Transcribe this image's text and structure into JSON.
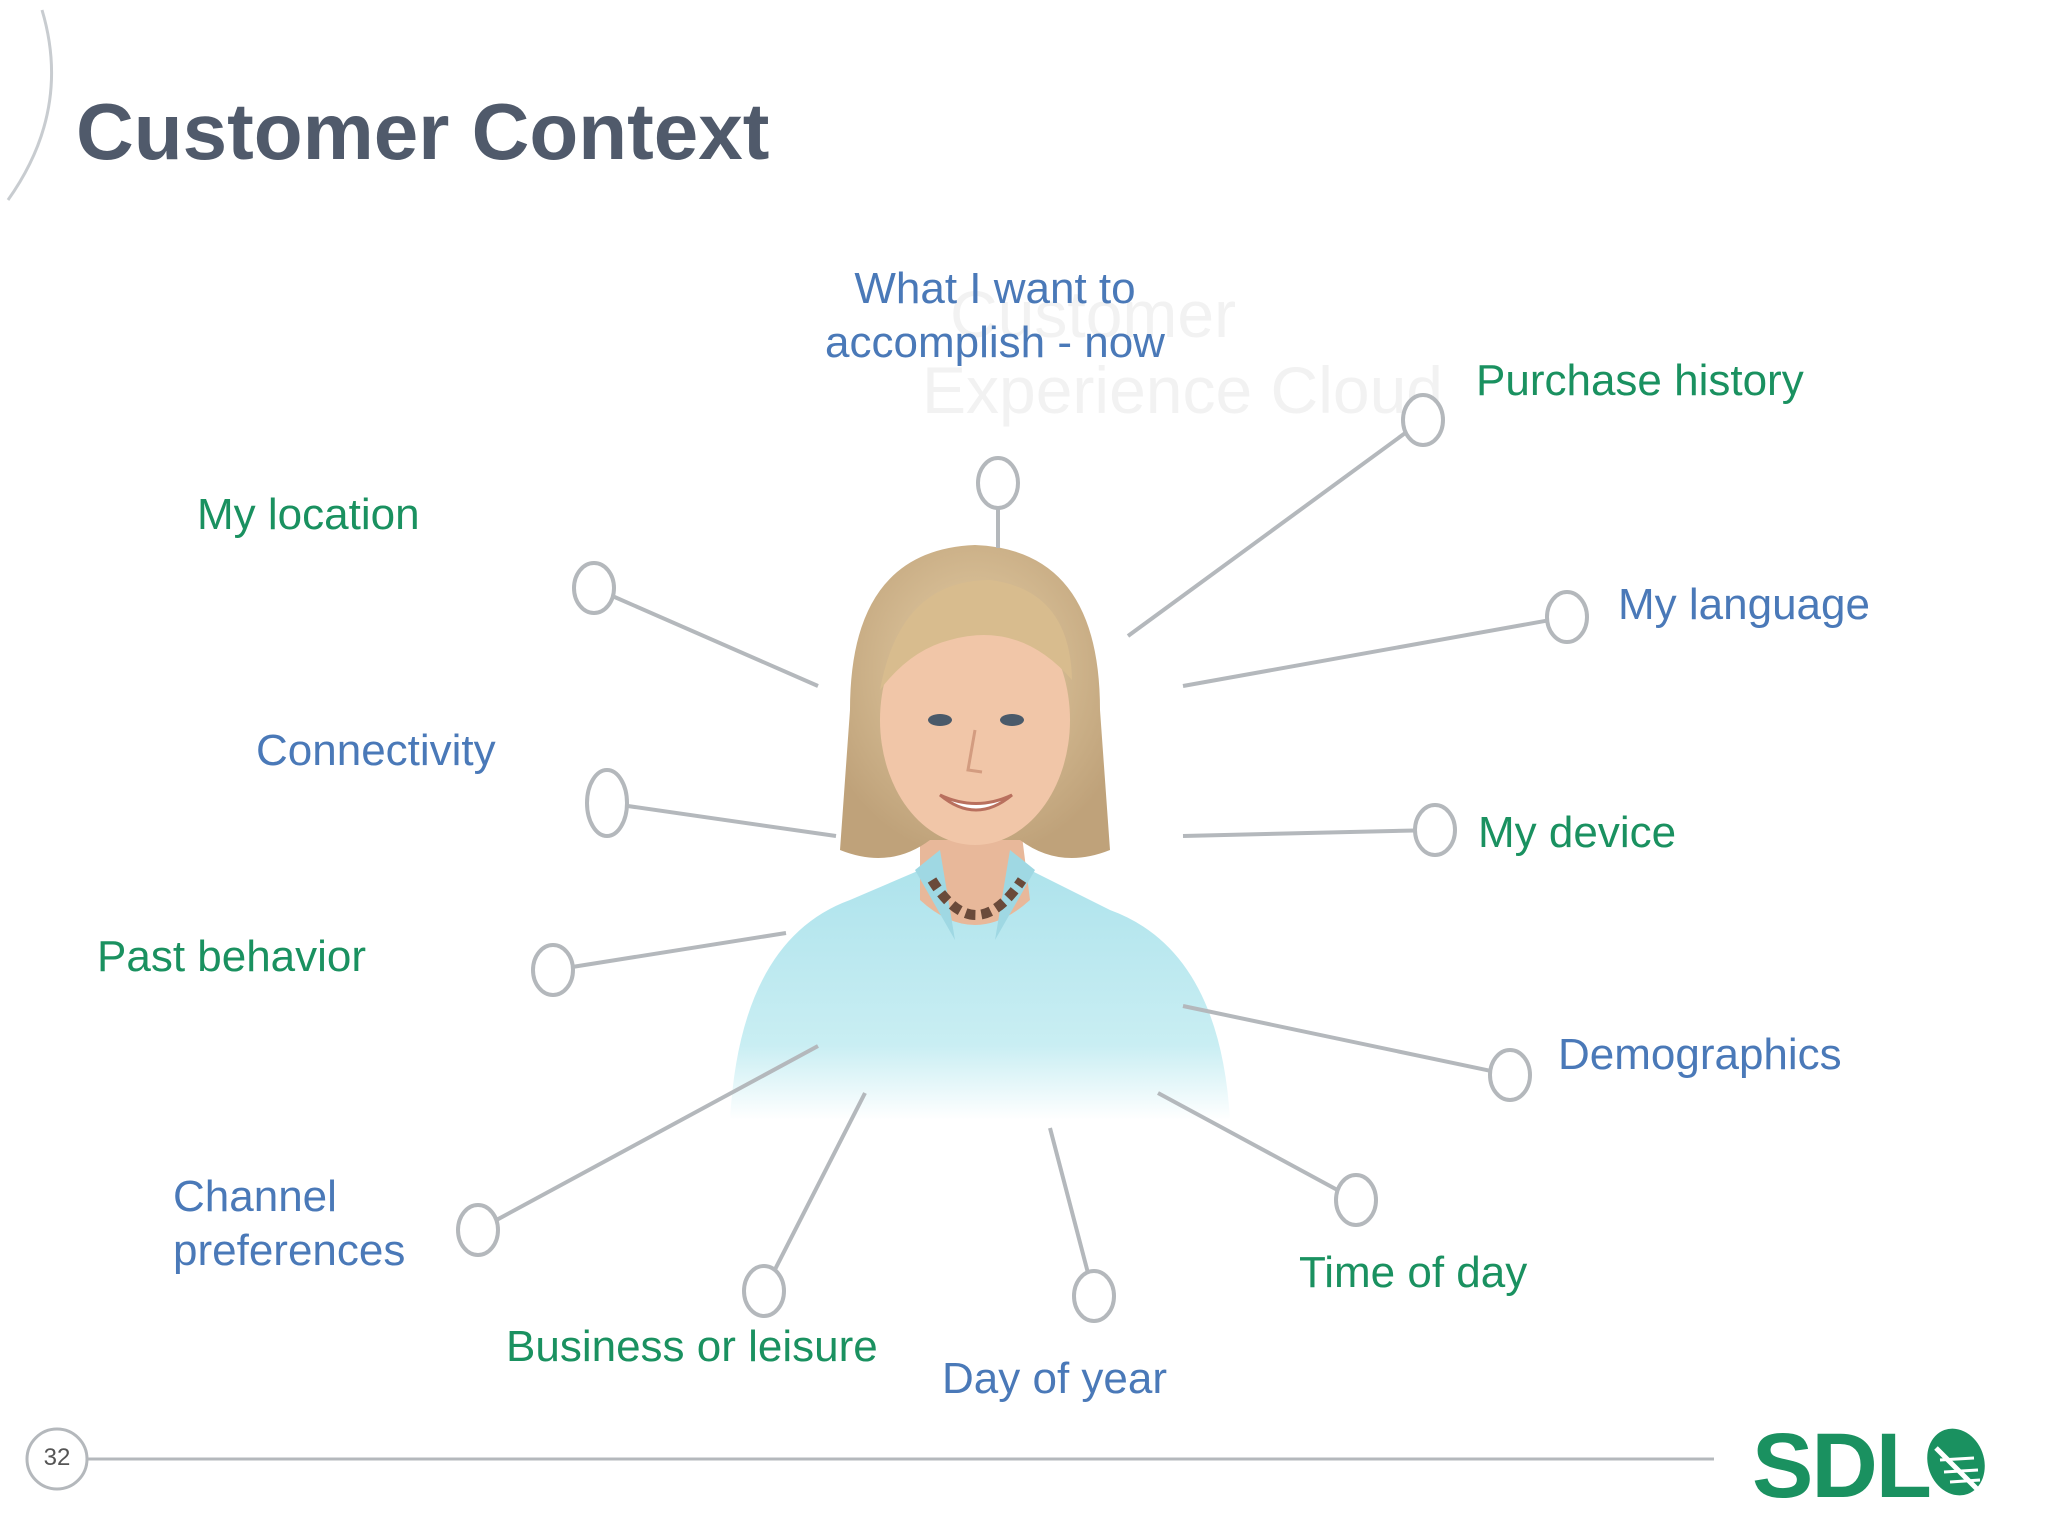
{
  "title": "Customer Context",
  "background_text": {
    "line1": "Customer",
    "line2": "Experience Cloud"
  },
  "context_items": [
    {
      "id": "goal",
      "lines": [
        "What I want to",
        "accomplish - now"
      ],
      "color": "#4a79b8"
    },
    {
      "id": "purchase",
      "lines": [
        "Purchase history"
      ],
      "color": "#1a9160"
    },
    {
      "id": "location",
      "lines": [
        "My location"
      ],
      "color": "#1a9160"
    },
    {
      "id": "language",
      "lines": [
        "My language"
      ],
      "color": "#4a79b8"
    },
    {
      "id": "connectivity",
      "lines": [
        "Connectivity"
      ],
      "color": "#4a79b8"
    },
    {
      "id": "device",
      "lines": [
        "My device"
      ],
      "color": "#1a9160"
    },
    {
      "id": "past",
      "lines": [
        "Past behavior"
      ],
      "color": "#1a9160"
    },
    {
      "id": "demographics",
      "lines": [
        "Demographics"
      ],
      "color": "#4a79b8"
    },
    {
      "id": "channel",
      "lines": [
        "Channel",
        "preferences"
      ],
      "color": "#4a79b8"
    },
    {
      "id": "time",
      "lines": [
        "Time of day"
      ],
      "color": "#1a9160"
    },
    {
      "id": "business",
      "lines": [
        "Business or leisure"
      ],
      "color": "#1a9160"
    },
    {
      "id": "dayofyear",
      "lines": [
        "Day of year"
      ],
      "color": "#4a79b8"
    }
  ],
  "footer": {
    "page_number": "32",
    "logo_text": "SDL",
    "logo_color": "#1a9160"
  },
  "colors": {
    "title": "#505a6b",
    "connector": "#b4b8bc"
  }
}
